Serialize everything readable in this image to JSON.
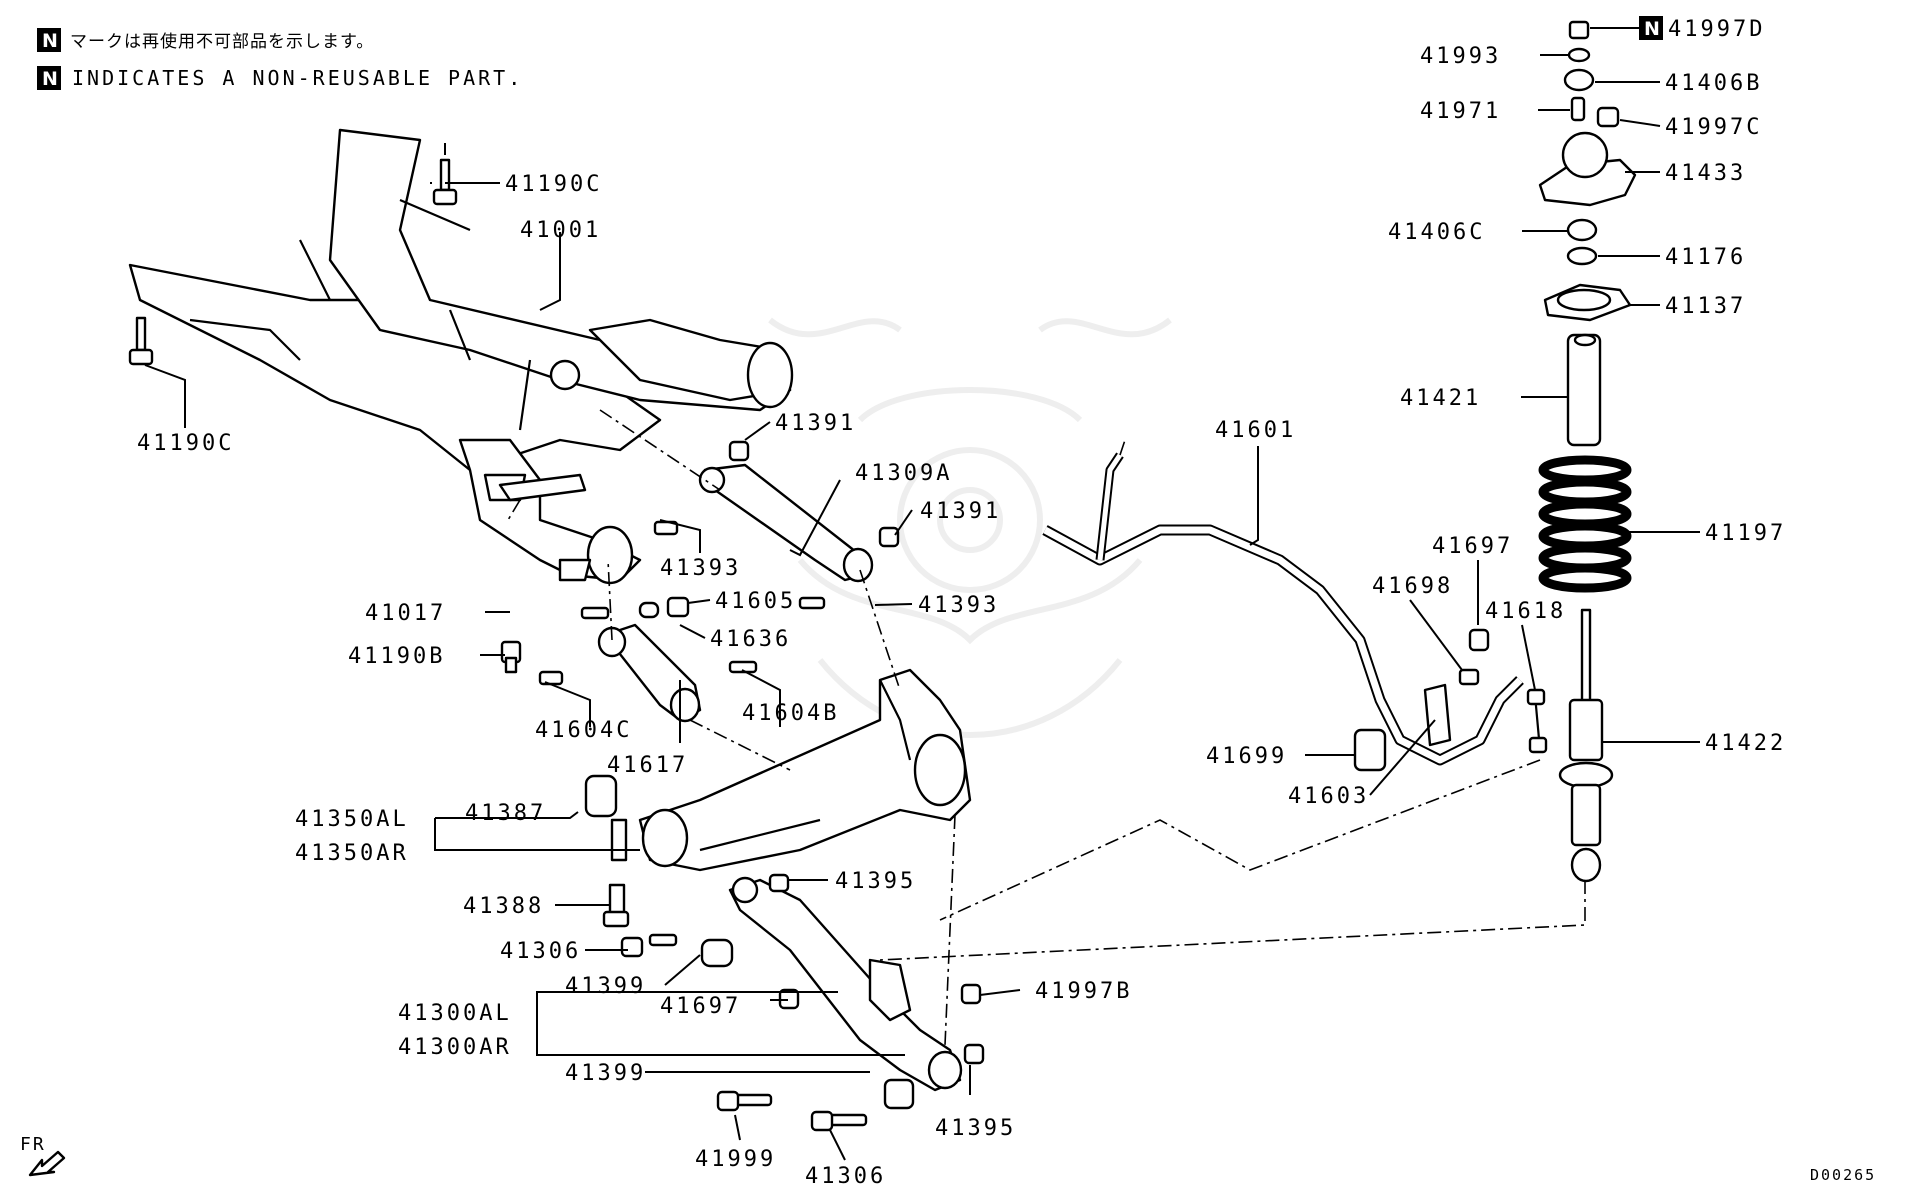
{
  "notes": {
    "badge": "N",
    "japanese": "マークは再使用不可部品を示します。",
    "english": "INDICATES A NON-REUSABLE PART."
  },
  "direction": {
    "label": "FR"
  },
  "diagram_code": "D00265",
  "callouts": [
    {
      "id": "41997D",
      "non_reusable": true
    },
    {
      "id": "41993"
    },
    {
      "id": "41406B"
    },
    {
      "id": "41971"
    },
    {
      "id": "41997C"
    },
    {
      "id": "41433"
    },
    {
      "id": "41406C"
    },
    {
      "id": "41176"
    },
    {
      "id": "41137"
    },
    {
      "id": "41421"
    },
    {
      "id": "41197"
    },
    {
      "id": "41422"
    },
    {
      "id": "41601"
    },
    {
      "id": "41697"
    },
    {
      "id": "41698"
    },
    {
      "id": "41618"
    },
    {
      "id": "41699"
    },
    {
      "id": "41603"
    },
    {
      "id": "41190C"
    },
    {
      "id": "41001"
    },
    {
      "id": "41190C"
    },
    {
      "id": "41391"
    },
    {
      "id": "41309A"
    },
    {
      "id": "41391"
    },
    {
      "id": "41393"
    },
    {
      "id": "41393"
    },
    {
      "id": "41605"
    },
    {
      "id": "41636"
    },
    {
      "id": "41017"
    },
    {
      "id": "41190B"
    },
    {
      "id": "41604C"
    },
    {
      "id": "41604B"
    },
    {
      "id": "41617"
    },
    {
      "id": "41387"
    },
    {
      "id": "41350AL"
    },
    {
      "id": "41350AR"
    },
    {
      "id": "41395"
    },
    {
      "id": "41388"
    },
    {
      "id": "41306"
    },
    {
      "id": "41399"
    },
    {
      "id": "41697"
    },
    {
      "id": "41997B"
    },
    {
      "id": "41300AL"
    },
    {
      "id": "41300AR"
    },
    {
      "id": "41399"
    },
    {
      "id": "41395"
    },
    {
      "id": "41999"
    },
    {
      "id": "41306"
    }
  ]
}
